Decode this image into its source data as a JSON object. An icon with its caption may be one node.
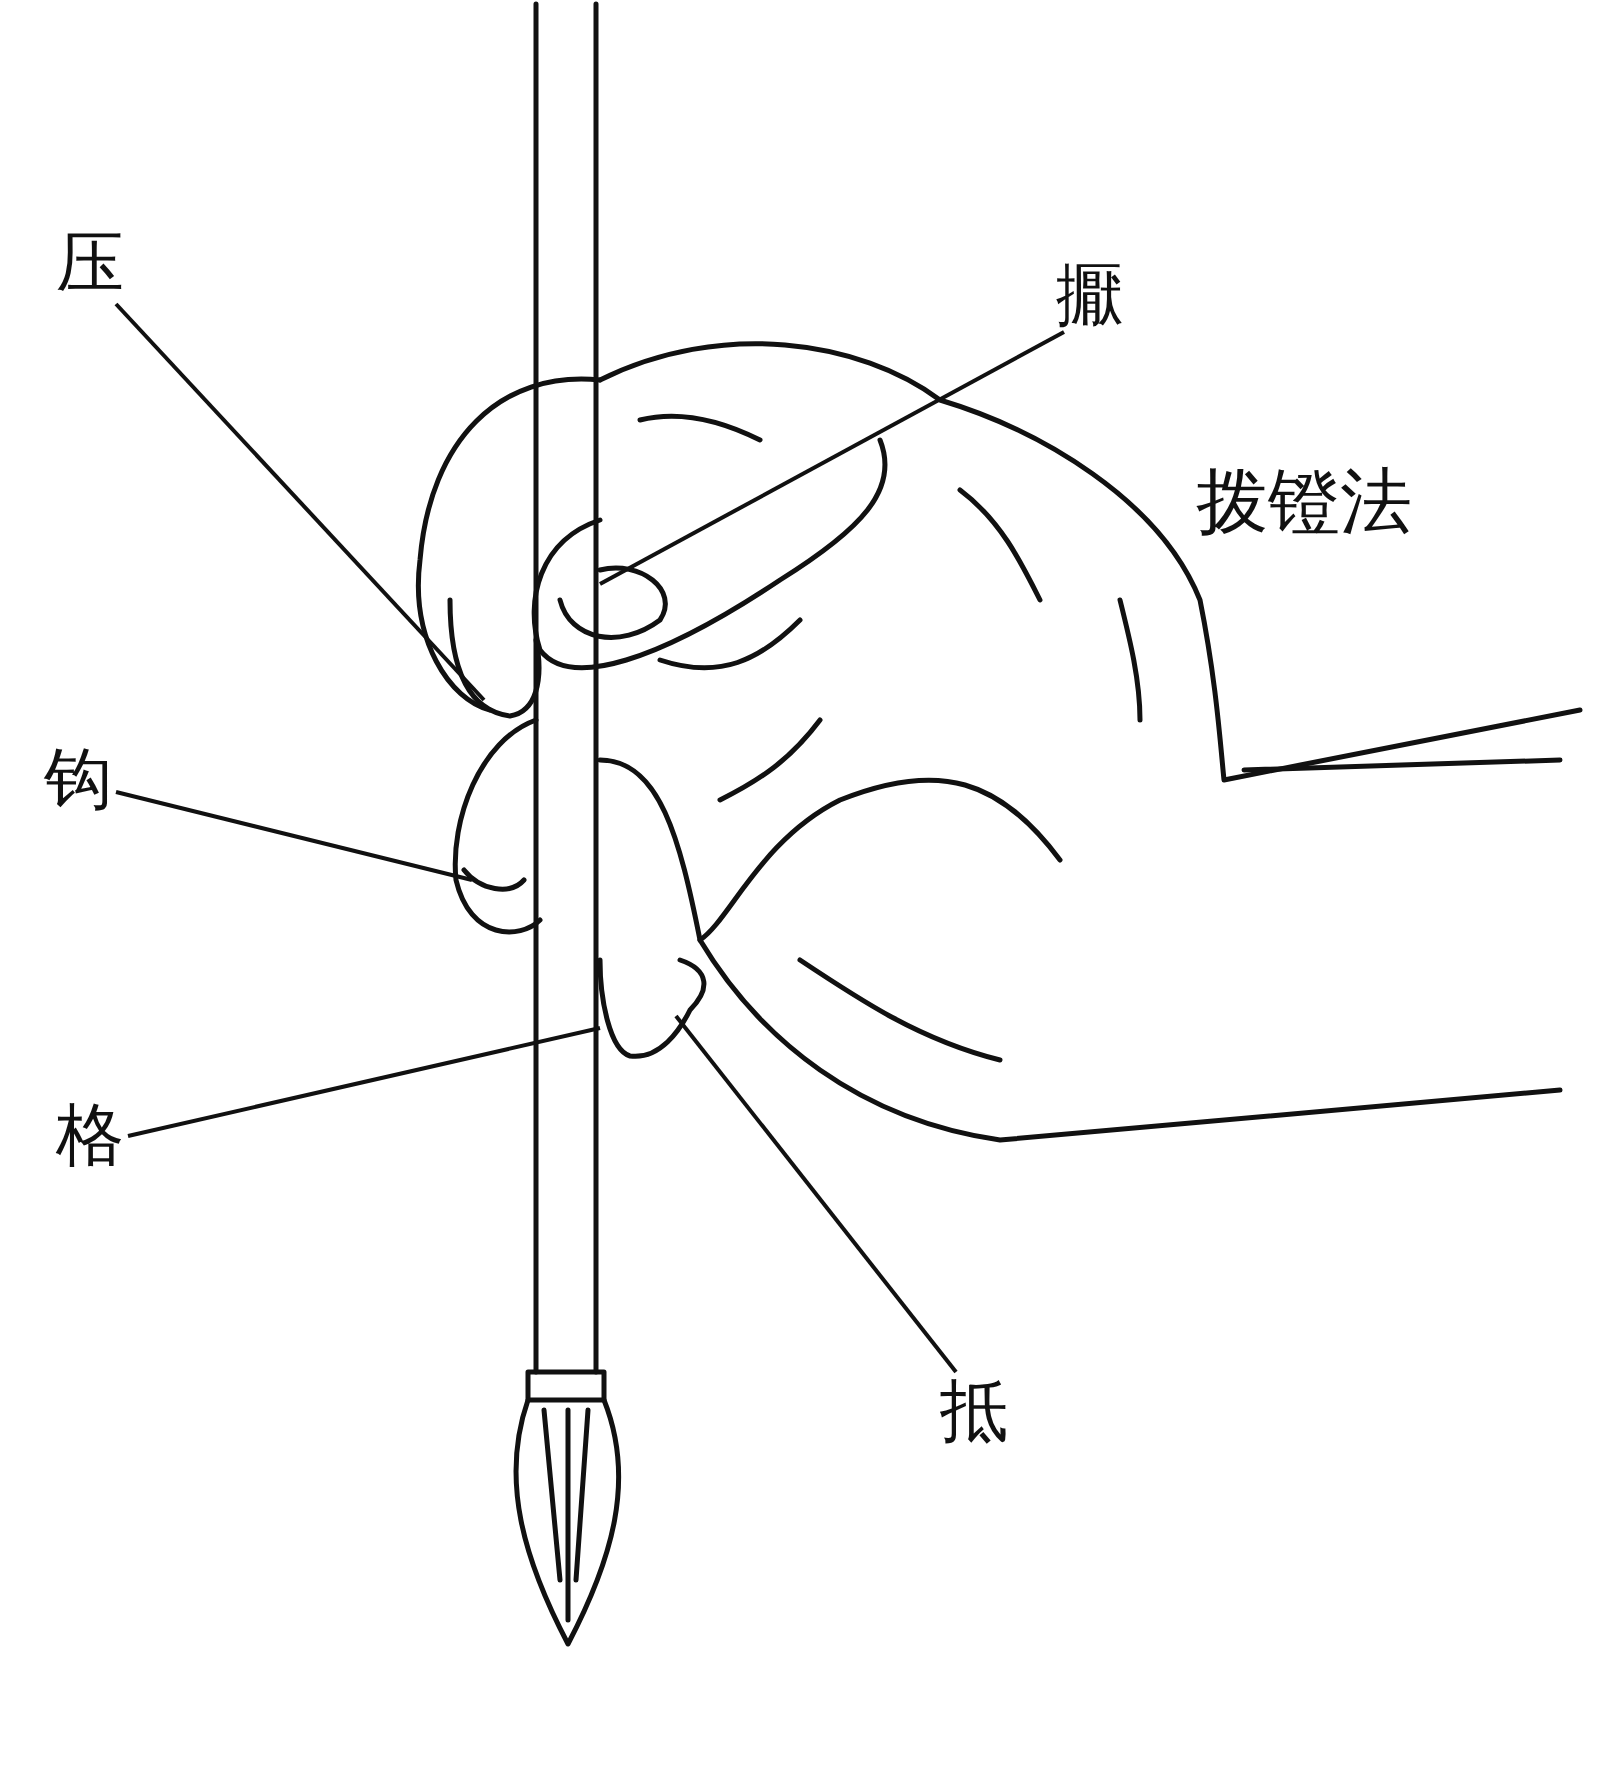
{
  "diagram": {
    "title": "拨镫法",
    "nodes": [
      {
        "text": [
          "压"
        ]
      },
      {
        "text": [
          "擫"
        ]
      },
      {
        "text": [
          "钩"
        ]
      },
      {
        "text": [
          "格"
        ]
      },
      {
        "text": [
          "抵"
        ]
      }
    ],
    "edges": [
      {
        "from": 0,
        "to": null,
        "arrow": "none"
      },
      {
        "from": 1,
        "to": null,
        "arrow": "none"
      },
      {
        "from": 2,
        "to": null,
        "arrow": "none"
      },
      {
        "from": 3,
        "to": null,
        "arrow": "none"
      },
      {
        "from": 4,
        "to": null,
        "arrow": "none"
      }
    ]
  }
}
